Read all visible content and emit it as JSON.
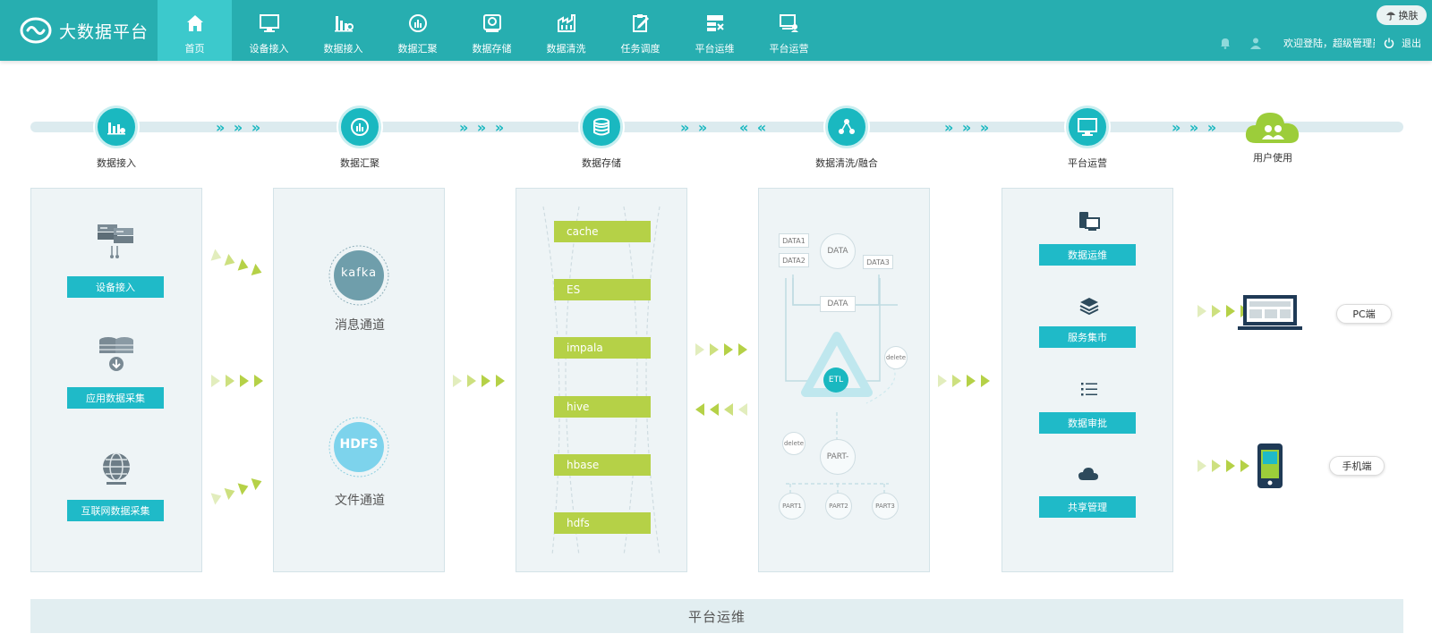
{
  "header": {
    "app_title": "大数据平台",
    "skin_label": "换肤",
    "welcome_text": "欢迎登陆，超级管理员",
    "logout_label": "退出",
    "nav": [
      {
        "label": "首页",
        "icon": "home-icon",
        "active": true
      },
      {
        "label": "设备接入",
        "icon": "monitor-icon"
      },
      {
        "label": "数据接入",
        "icon": "bar-chart-icon"
      },
      {
        "label": "数据汇聚",
        "icon": "gauge-icon"
      },
      {
        "label": "数据存储",
        "icon": "storage-icon"
      },
      {
        "label": "数据清洗",
        "icon": "factory-icon"
      },
      {
        "label": "任务调度",
        "icon": "clipboard-edit-icon"
      },
      {
        "label": "平台运维",
        "icon": "tools-icon"
      },
      {
        "label": "平台运营",
        "icon": "user-monitor-icon"
      }
    ]
  },
  "pipeline": {
    "stages": [
      {
        "label": "数据接入",
        "icon": "chart-icon"
      },
      {
        "label": "数据汇聚",
        "icon": "gauge-icon"
      },
      {
        "label": "数据存储",
        "icon": "database-icon"
      },
      {
        "label": "数据清洗/融合",
        "icon": "network-icon"
      },
      {
        "label": "平台运营",
        "icon": "monitor-icon"
      },
      {
        "label": "用户使用",
        "icon": "cloud-users-icon"
      }
    ]
  },
  "panels": {
    "access": {
      "items": [
        {
          "label": "设备接入",
          "icon": "servers-icon"
        },
        {
          "label": "应用数据采集",
          "icon": "db-download-icon"
        },
        {
          "label": "互联网数据采集",
          "icon": "globe-icon"
        }
      ]
    },
    "channels": {
      "items": [
        {
          "logo": "kafka",
          "label": "消息通道"
        },
        {
          "logo": "HDFS",
          "label": "文件通道"
        }
      ]
    },
    "storage": {
      "items": [
        "cache",
        "ES",
        "impala",
        "hive",
        "hbase",
        "hdfs"
      ]
    },
    "etl": {
      "data1": "DATA1",
      "data2": "DATA2",
      "data3": "DATA3",
      "data": "DATA",
      "etl": "ETL",
      "delete": "delete",
      "part": "PART-",
      "part1": "PART1",
      "part2": "PART2",
      "part3": "PART3"
    },
    "operation": {
      "items": [
        {
          "label": "数据运维",
          "icon": "devices-icon"
        },
        {
          "label": "服务集市",
          "icon": "layers-icon"
        },
        {
          "label": "数据审批",
          "icon": "list-icon"
        },
        {
          "label": "共享管理",
          "icon": "cloud-icon"
        }
      ]
    }
  },
  "clients": {
    "pc": "PC端",
    "mobile": "手机端"
  },
  "footer": {
    "label": "平台运维"
  },
  "colors": {
    "header": "#27aeb0",
    "active_nav": "#3cc9cc",
    "teal": "#1fbac8",
    "green": "#b5d147"
  }
}
